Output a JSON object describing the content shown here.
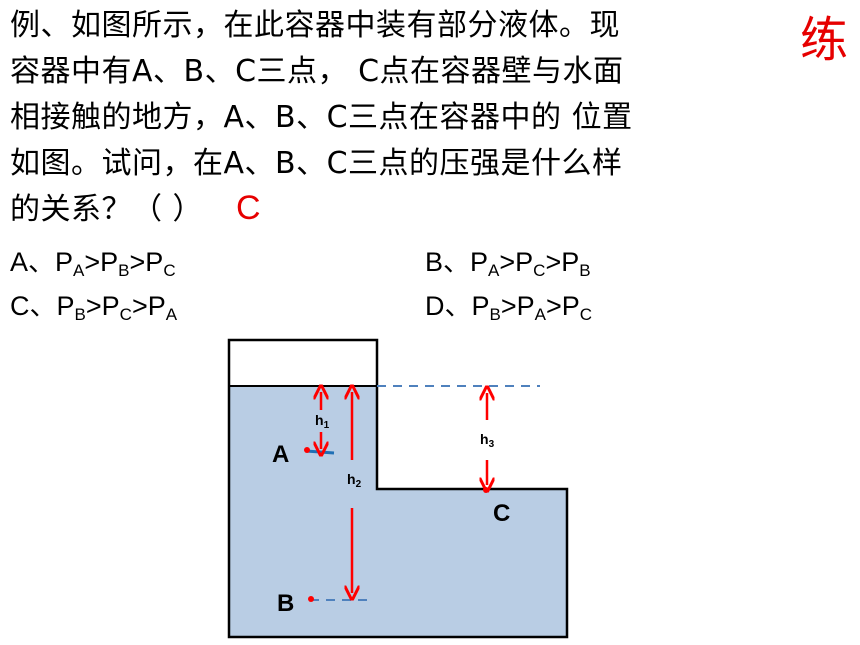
{
  "badge": "练",
  "question_lines": [
    "例、如图所示，在此容器中装有部分液体。现",
    "容器中有A、B、C三点， C点在容器壁与水面",
    "相接触的地方，A、B、C三点在容器中的 位置",
    "如图。试问，在A、B、C三点的压强是什么样",
    "的关系？（    ）"
  ],
  "answer": "C",
  "options": [
    {
      "letter": "A、",
      "p": [
        "P",
        "P",
        "P"
      ],
      "subs": [
        "A",
        "B",
        "C"
      ],
      "op": ">"
    },
    {
      "letter": "B、",
      "p": [
        "P",
        "P",
        "P"
      ],
      "subs": [
        "A",
        "C",
        "B"
      ],
      "op": ">"
    },
    {
      "letter": "C、",
      "p": [
        "P",
        "P",
        "P"
      ],
      "subs": [
        "B",
        "C",
        "A"
      ],
      "op": ">"
    },
    {
      "letter": "D、",
      "p": [
        "P",
        "P",
        "P"
      ],
      "subs": [
        "B",
        "A",
        "C"
      ],
      "op": ">"
    }
  ],
  "diagram": {
    "point_labels": [
      "A",
      "B",
      "C"
    ],
    "h_labels": [
      {
        "main": "h",
        "sub": "1"
      },
      {
        "main": "h",
        "sub": "2"
      },
      {
        "main": "h",
        "sub": "3"
      }
    ],
    "colors": {
      "liquid": "#b9cde4",
      "arrow": "#ff0000",
      "dashed": "#4f81bd",
      "marker": "#1f6fb5"
    }
  }
}
